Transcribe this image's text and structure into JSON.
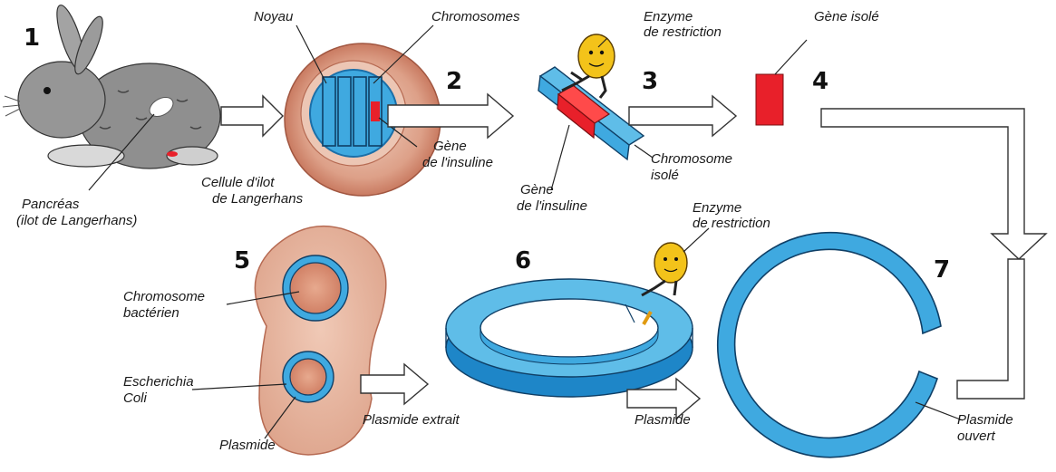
{
  "steps": [
    "1",
    "2",
    "3",
    "4",
    "5",
    "6",
    "7"
  ],
  "labels": {
    "noyau": "Noyau",
    "chromosomes": "Chromosomes",
    "enzyme_1": [
      "Enzyme",
      "de restriction"
    ],
    "gene_isole": "Gène isolé",
    "pancreas": [
      "Pancréas",
      "(ilot de Langerhans)"
    ],
    "cellule": [
      "Cellule d'ilot",
      "de Langerhans"
    ],
    "gene_insuline_1": [
      "Gène",
      "de l'insuline"
    ],
    "gene_insuline_2": [
      "Gène",
      "de l'insuline"
    ],
    "chromosome_isole": [
      "Chromosome",
      "isolé"
    ],
    "enzyme_2": [
      "Enzyme",
      "de restriction"
    ],
    "chromosome_bacterien": [
      "Chromosome",
      "bactérien"
    ],
    "escherichia": [
      "Escherichia",
      "Coli"
    ],
    "plasmide_1": "Plasmide",
    "plasmide_extrait": "Plasmide extrait",
    "plasmide_2": "Plasmide",
    "plasmide_ouvert": [
      "Plasmide",
      "ouvert"
    ]
  },
  "colors": {
    "chromosome_blue": "#3fa9e0",
    "chromosome_dark": "#1b6fa8",
    "gene_red": "#e8202a",
    "cell_pink": "#e9b7a3",
    "cell_dark": "#c56d55",
    "enzyme_yellow": "#f3c31a",
    "rabbit_gray": "#8d8d8d"
  },
  "icons": [
    "rabbit-illustration",
    "enzyme-character",
    "hollow-arrow"
  ]
}
